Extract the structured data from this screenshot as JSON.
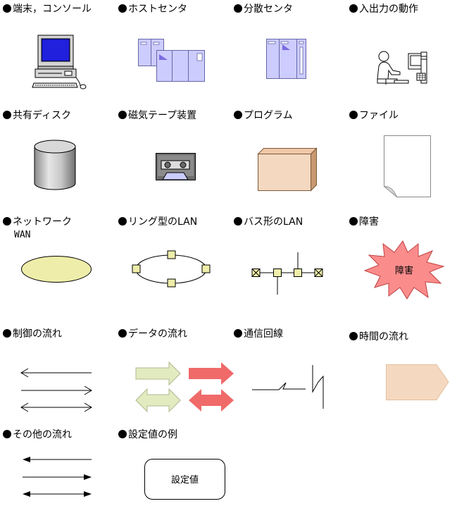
{
  "legend": {
    "terminal": "端末，コンソール",
    "host_center": "ホストセンタ",
    "distributed_center": "分散センタ",
    "io_operation": "入出力の動作",
    "shared_disk": "共有ディスク",
    "tape_device": "磁気テープ装置",
    "program": "プログラム",
    "file": "ファイル",
    "network": "ネットワーク",
    "network_wan": "WAN",
    "ring_lan": "リング型のLAN",
    "bus_lan": "バス形のLAN",
    "failure": "障害",
    "failure_badge": "障害",
    "control_flow": "制御の流れ",
    "data_flow": "データの流れ",
    "comm_line": "通信回線",
    "time_flow": "時間の流れ",
    "other_flow": "その他の流れ",
    "setting_example": "設定値の例",
    "setting_value": "設定値"
  },
  "colors": {
    "lavender": "#ccccff",
    "lavender_stroke": "#6666aa",
    "peach": "#f5d8c0",
    "yellow": "#eeeeaa",
    "red_arrow": "#f06a6a",
    "green_arrow": "#e2ebc0",
    "burst": "#fb8c8c"
  }
}
